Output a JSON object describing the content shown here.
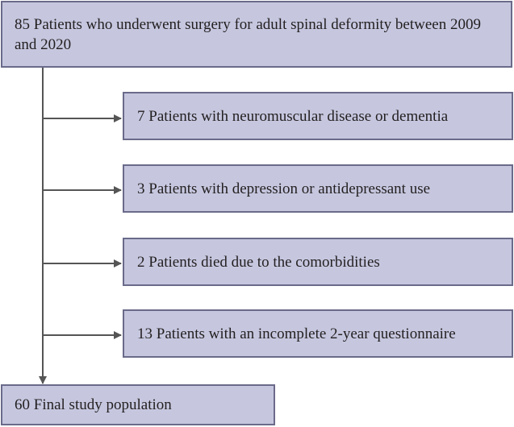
{
  "flowchart": {
    "top": {
      "text": "85 Patients who underwent surgery for adult spinal deformity between 2009 and 2020"
    },
    "exclusions": [
      {
        "text": "7 Patients with neuromuscular disease or dementia"
      },
      {
        "text": "3 Patients with depression or antidepressant use"
      },
      {
        "text": "2 Patients died due to the comorbidities"
      },
      {
        "text": "13 Patients with an incomplete 2-year questionnaire"
      }
    ],
    "final": {
      "text": "60 Final study population"
    }
  },
  "colors": {
    "box_fill": "#c6c7df",
    "box_border": "#6a6a8a",
    "line": "#555555",
    "text": "#231f20"
  }
}
